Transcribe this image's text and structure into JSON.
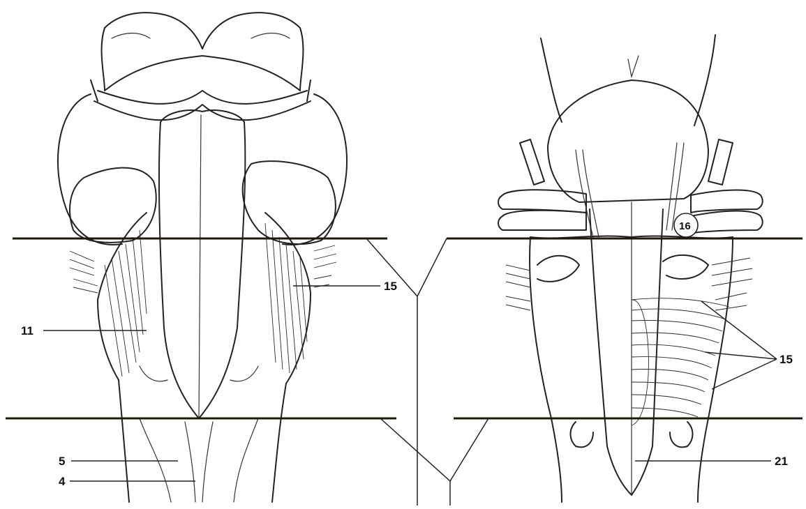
{
  "labels": {
    "left_15": "15",
    "left_11": "11",
    "left_5": "5",
    "left_4": "4",
    "right_16": "16",
    "right_15": "15",
    "right_21": "21"
  }
}
